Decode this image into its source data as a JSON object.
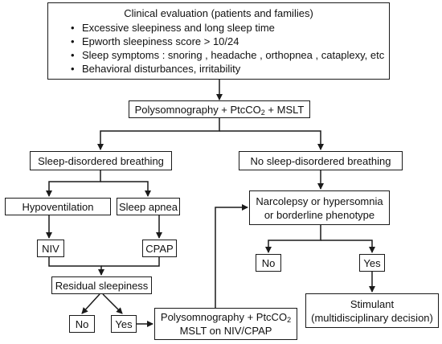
{
  "clinical": {
    "title": "Clinical evaluation (patients and families)",
    "items": [
      "Excessive sleepiness and long sleep time",
      "Epworth sleepiness score > 10/24",
      "Sleep symptoms : snoring , headache , orthopnea , cataplexy, etc",
      "Behavioral disturbances, irritability"
    ]
  },
  "psg1": {
    "pre": "Polysomnography + PtcCO",
    "sub": "2",
    "post": " + MSLT"
  },
  "sdb": "Sleep-disordered breathing",
  "no_sdb": "No sleep-disordered breathing",
  "hypoventilation": "Hypoventilation",
  "apnea": "Sleep apnea",
  "niv": "NIV",
  "cpap": "CPAP",
  "residual": "Residual sleepiness",
  "no_left": "No",
  "yes_left": "Yes",
  "psg2": {
    "pre": "Polysomnography + PtcCO",
    "sub": "2",
    "line2": "MSLT on NIV/CPAP"
  },
  "narco": {
    "line1": "Narcolepsy or hypersomnia",
    "line2": "or borderline phenotype"
  },
  "no_right": "No",
  "yes_right": "Yes",
  "stimulant": {
    "line1": "Stimulant",
    "line2": "(multidisciplinary decision)"
  }
}
